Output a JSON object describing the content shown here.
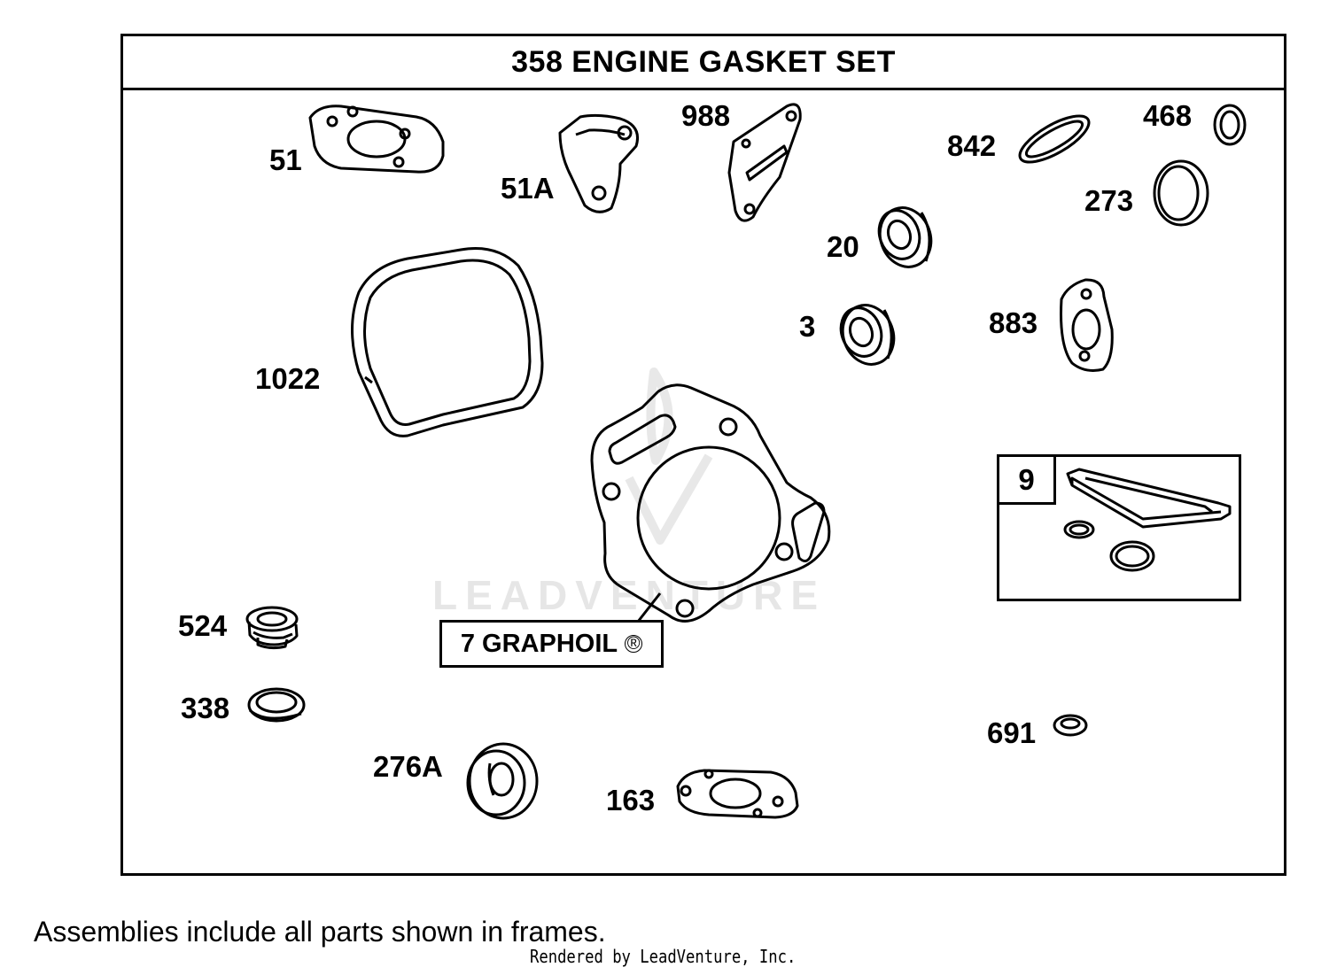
{
  "diagram": {
    "title": "358 ENGINE GASKET SET",
    "watermark": "LEADVENTURE",
    "part_labels": {
      "p51": "51",
      "p51A": "51A",
      "p988": "988",
      "p842": "842",
      "p468": "468",
      "p273": "273",
      "p20": "20",
      "p3": "3",
      "p883": "883",
      "p1022": "1022",
      "p524": "524",
      "p338": "338",
      "p276A": "276A",
      "p163": "163",
      "p691": "691"
    },
    "framed_assemblies": {
      "item9": {
        "label": "9"
      },
      "item7": {
        "label": "7 GRAPHOIL",
        "mark": "®"
      }
    }
  },
  "footer": {
    "note": "Assemblies include all parts shown in frames.",
    "credit": "Rendered by LeadVenture, Inc."
  }
}
